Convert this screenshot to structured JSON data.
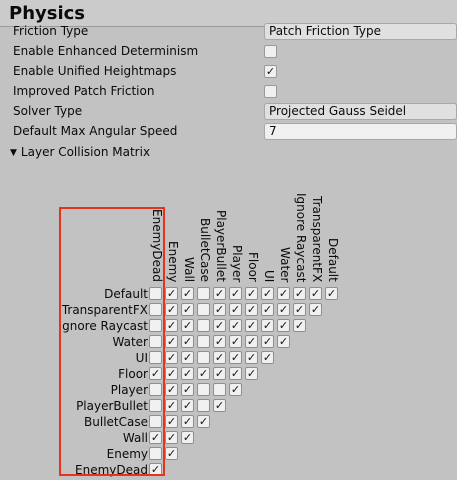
{
  "header": {
    "title": "Physics"
  },
  "properties": [
    {
      "label": "Friction Type",
      "kind": "dropdown",
      "value": "Patch Friction Type"
    },
    {
      "label": "Enable Enhanced Determinism",
      "kind": "toggle",
      "checked": false
    },
    {
      "label": "Enable Unified Heightmaps",
      "kind": "toggle",
      "checked": true
    },
    {
      "label": "Improved Patch Friction",
      "kind": "toggle",
      "checked": false
    },
    {
      "label": "Solver Type",
      "kind": "dropdown",
      "value": "Projected Gauss Seidel"
    },
    {
      "label": "Default Max Angular Speed",
      "kind": "number",
      "value": "7"
    }
  ],
  "matrix": {
    "label": "Layer Collision Matrix",
    "check_glyph": "✓",
    "columns": [
      "EnemyDead",
      "Enemy",
      "Wall",
      "BulletCase",
      "PlayerBullet",
      "Player",
      "Floor",
      "UI",
      "Water",
      "Ignore Raycast",
      "TransparentFX",
      "Default"
    ],
    "rows": [
      "Default",
      "TransparentFX",
      "Ignore Raycast",
      "Water",
      "UI",
      "Floor",
      "Player",
      "PlayerBullet",
      "BulletCase",
      "Wall",
      "Enemy",
      "EnemyDead"
    ],
    "cells": [
      [
        false,
        true,
        true,
        false,
        true,
        true,
        true,
        true,
        true,
        true,
        true,
        true
      ],
      [
        false,
        true,
        true,
        false,
        true,
        true,
        true,
        true,
        true,
        true,
        true
      ],
      [
        false,
        true,
        true,
        false,
        true,
        true,
        true,
        true,
        true,
        true
      ],
      [
        false,
        true,
        true,
        false,
        true,
        true,
        true,
        true,
        true
      ],
      [
        false,
        true,
        true,
        false,
        true,
        true,
        true,
        true
      ],
      [
        true,
        true,
        true,
        true,
        true,
        true,
        true
      ],
      [
        false,
        true,
        true,
        false,
        false,
        true
      ],
      [
        false,
        true,
        true,
        false,
        true
      ],
      [
        false,
        true,
        true,
        true
      ],
      [
        true,
        true,
        true
      ],
      [
        false,
        true
      ],
      [
        true
      ]
    ]
  },
  "annotation": {
    "color": "#e8321e"
  }
}
